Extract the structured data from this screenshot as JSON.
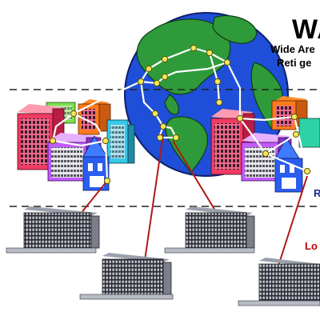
{
  "diagram": {
    "title": "WA",
    "subtitle_line1": "Wide Are",
    "subtitle_line2": "Reti ge",
    "edge_label_blue": "R",
    "edge_label_red": "Lo"
  },
  "colors": {
    "ocean": "#1f4fd8",
    "land": "#2f9a3a",
    "wan_link": "#ffffff",
    "wan_node": "#f3e65a",
    "lan_link": "#b01818",
    "separator": "#222222",
    "label_blue": "#1a2a8c",
    "label_red": "#c00000"
  },
  "icons": [
    "globe-icon",
    "office-building-icon",
    "router-node-icon",
    "server-building-icon"
  ]
}
